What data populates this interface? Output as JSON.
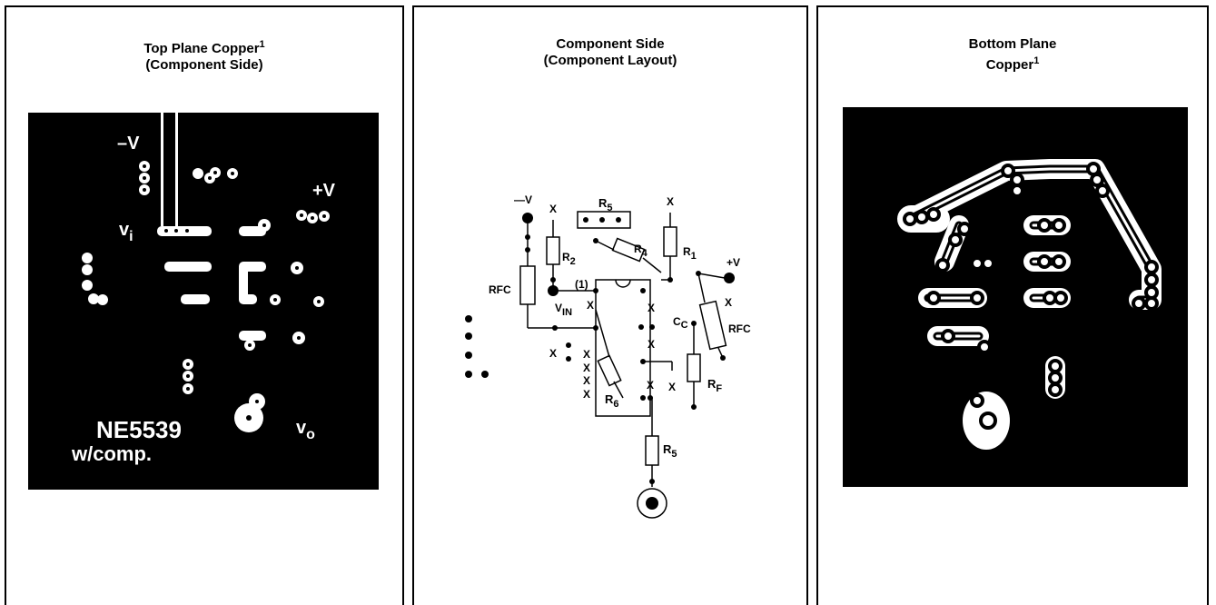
{
  "panels": [
    {
      "title_line1": "Top Plane Copper",
      "title_sup": "1",
      "title_line2": "(Component Side)",
      "labels": {
        "neg_v": "–V",
        "pos_v": "+V",
        "vi": "v",
        "vi_sub": "i",
        "vo": "v",
        "vo_sub": "o",
        "chip": "NE5539",
        "comp": "w/comp."
      }
    },
    {
      "title_line1": "Component Side",
      "title_line2": "(Component Layout)",
      "labels": {
        "neg_v": "—V",
        "pos_v": "+V",
        "r5_top": "R",
        "r5_top_sub": "5",
        "r2": "R",
        "r2_sub": "2",
        "r4": "R",
        "r4_sub": "4",
        "r1": "R",
        "r1_sub": "1",
        "rfc_left": "RFC",
        "rfc_right": "RFC",
        "pin1": "(1)",
        "vin": "V",
        "vin_sub": "IN",
        "cc": "C",
        "cc_sub": "C",
        "rf": "R",
        "rf_sub": "F",
        "r6": "R",
        "r6_sub": "6",
        "r5_bot": "R",
        "r5_bot_sub": "5",
        "x": "X"
      }
    },
    {
      "title_line1": "Bottom Plane",
      "title_line2": "Copper",
      "title_sup": "1"
    }
  ]
}
